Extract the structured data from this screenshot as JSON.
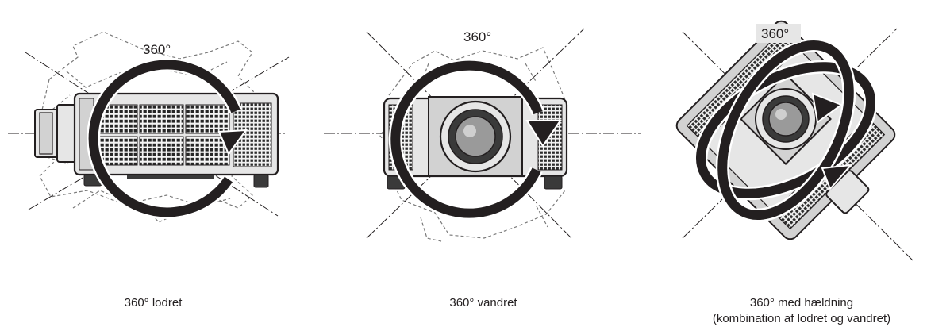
{
  "figures": [
    {
      "id": "vertical",
      "angle_label": "360°",
      "caption_lines": [
        "360° lodret"
      ]
    },
    {
      "id": "horizontal",
      "angle_label": "360°",
      "caption_lines": [
        "360° vandret"
      ]
    },
    {
      "id": "tilt",
      "angle_label": "360°",
      "caption_lines": [
        "360° med hældning",
        "(kombination af lodret og vandret)"
      ]
    }
  ],
  "colors": {
    "ink": "#231f20",
    "body_fill": "#e6e6e6",
    "panel_fill": "#d2d2d2",
    "dark_fill": "#3a3a3a",
    "lens_fill": "#9a9a9a",
    "ghost_stroke": "#7a7a7a"
  },
  "icons": [
    "rotation-arrow-icon",
    "projector-side-icon",
    "projector-front-icon",
    "projector-tilted-icon"
  ]
}
